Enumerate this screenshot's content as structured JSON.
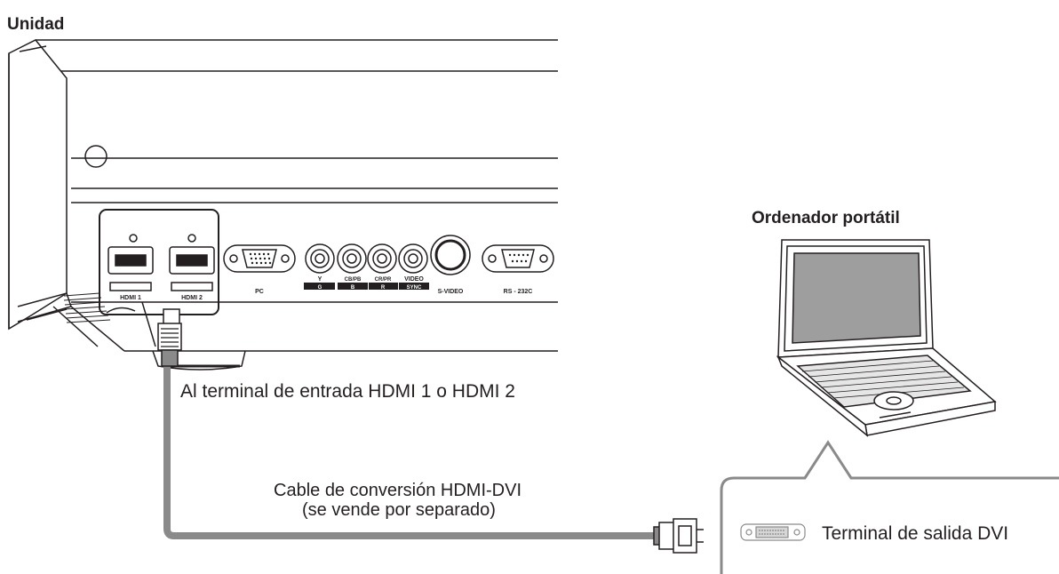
{
  "headings": {
    "unit": "Unidad",
    "laptop": "Ordenador portátil"
  },
  "callouts": {
    "hdmi_input": "Al terminal de entrada HDMI 1 o HDMI 2",
    "cable_line1": "Cable de conversión HDMI-DVI",
    "cable_line2": "(se vende por separado)",
    "dvi_output": "Terminal de salida DVI"
  },
  "panel_labels": {
    "hdmi1": "HDMI 1",
    "hdmi2": "HDMI 2",
    "pc": "PC",
    "y": "Y",
    "g": "G",
    "cb": "CB/PB",
    "b": "B",
    "cr": "CR/PR",
    "r": "R",
    "video": "VIDEO",
    "sync": "SYNC",
    "svideo": "S-VIDEO",
    "rs232c": "RS - 232C"
  },
  "colors": {
    "line": "#231f20",
    "cable": "#8a8a8a",
    "screen": "#9e9e9e",
    "panel": "#ffffff"
  }
}
